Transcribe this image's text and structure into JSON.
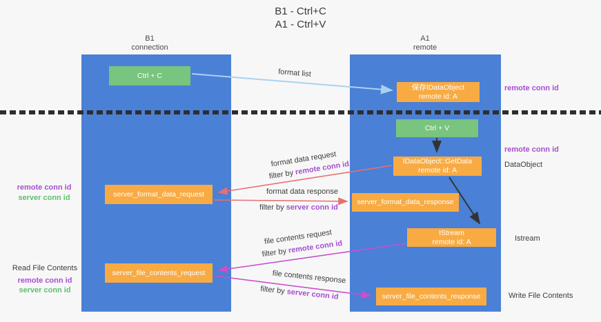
{
  "title": {
    "line1": "B1 - Ctrl+C",
    "line2": "A1 - Ctrl+V"
  },
  "lanes": {
    "left": {
      "title": "B1",
      "subtitle": "connection"
    },
    "right": {
      "title": "A1",
      "subtitle": "remote"
    }
  },
  "nodes": {
    "ctrl_c": {
      "label": "Ctrl + C"
    },
    "ctrl_v": {
      "label": "Ctrl + V"
    },
    "save_dataobject": {
      "line1": "保存IDataObject",
      "line2": "remote id: A"
    },
    "getdata": {
      "line1": "IDataObject::GetData",
      "line2": "remote id: A"
    },
    "istream": {
      "line1": "IStream",
      "line2": "remote id: A"
    },
    "server_format_data_request": {
      "label": "server_format_data_request"
    },
    "server_format_data_response": {
      "label": "server_format_data_response"
    },
    "server_file_contents_request": {
      "label": "server_file_contents_request"
    },
    "server_file_contents_response": {
      "label": "server_file_contents_response"
    }
  },
  "annotations": {
    "right": {
      "remote_conn_id_1": "remote conn id",
      "remote_conn_id_2": "remote conn id",
      "dataobject": "DataObject",
      "istream": "Istream",
      "write_file_contents": "Write File Contents"
    },
    "left": {
      "remote_conn_id_1": "remote conn id",
      "server_conn_id_1": "server conn id",
      "read_file_contents": "Read File Contents",
      "remote_conn_id_2": "remote conn id",
      "server_conn_id_2": "server conn id"
    }
  },
  "edge_labels": {
    "format_list": "format list",
    "format_data_request": "format data request",
    "filter_remote_1": {
      "prefix": "filter by ",
      "highlight": "remote conn id"
    },
    "format_data_response": "format data response",
    "filter_server_1": {
      "prefix": "filter by ",
      "highlight": "server conn id"
    },
    "file_contents_request": "file contents request",
    "filter_remote_2": {
      "prefix": "filter by ",
      "highlight": "remote conn id"
    },
    "file_contents_response": "file contents response",
    "filter_server_2": {
      "prefix": "filter by ",
      "highlight": "server conn id"
    }
  },
  "colors": {
    "lane_blue": "#4a80d6",
    "node_green": "#79c47e",
    "node_orange": "#f8ab43",
    "conn_id_purple": "#a64fd0",
    "conn_id_green": "#5fbf6e",
    "arrow_blue": "#a9d2f0",
    "arrow_red": "#e87070",
    "arrow_magenta": "#cb4fcb",
    "arrow_black": "#333333"
  }
}
